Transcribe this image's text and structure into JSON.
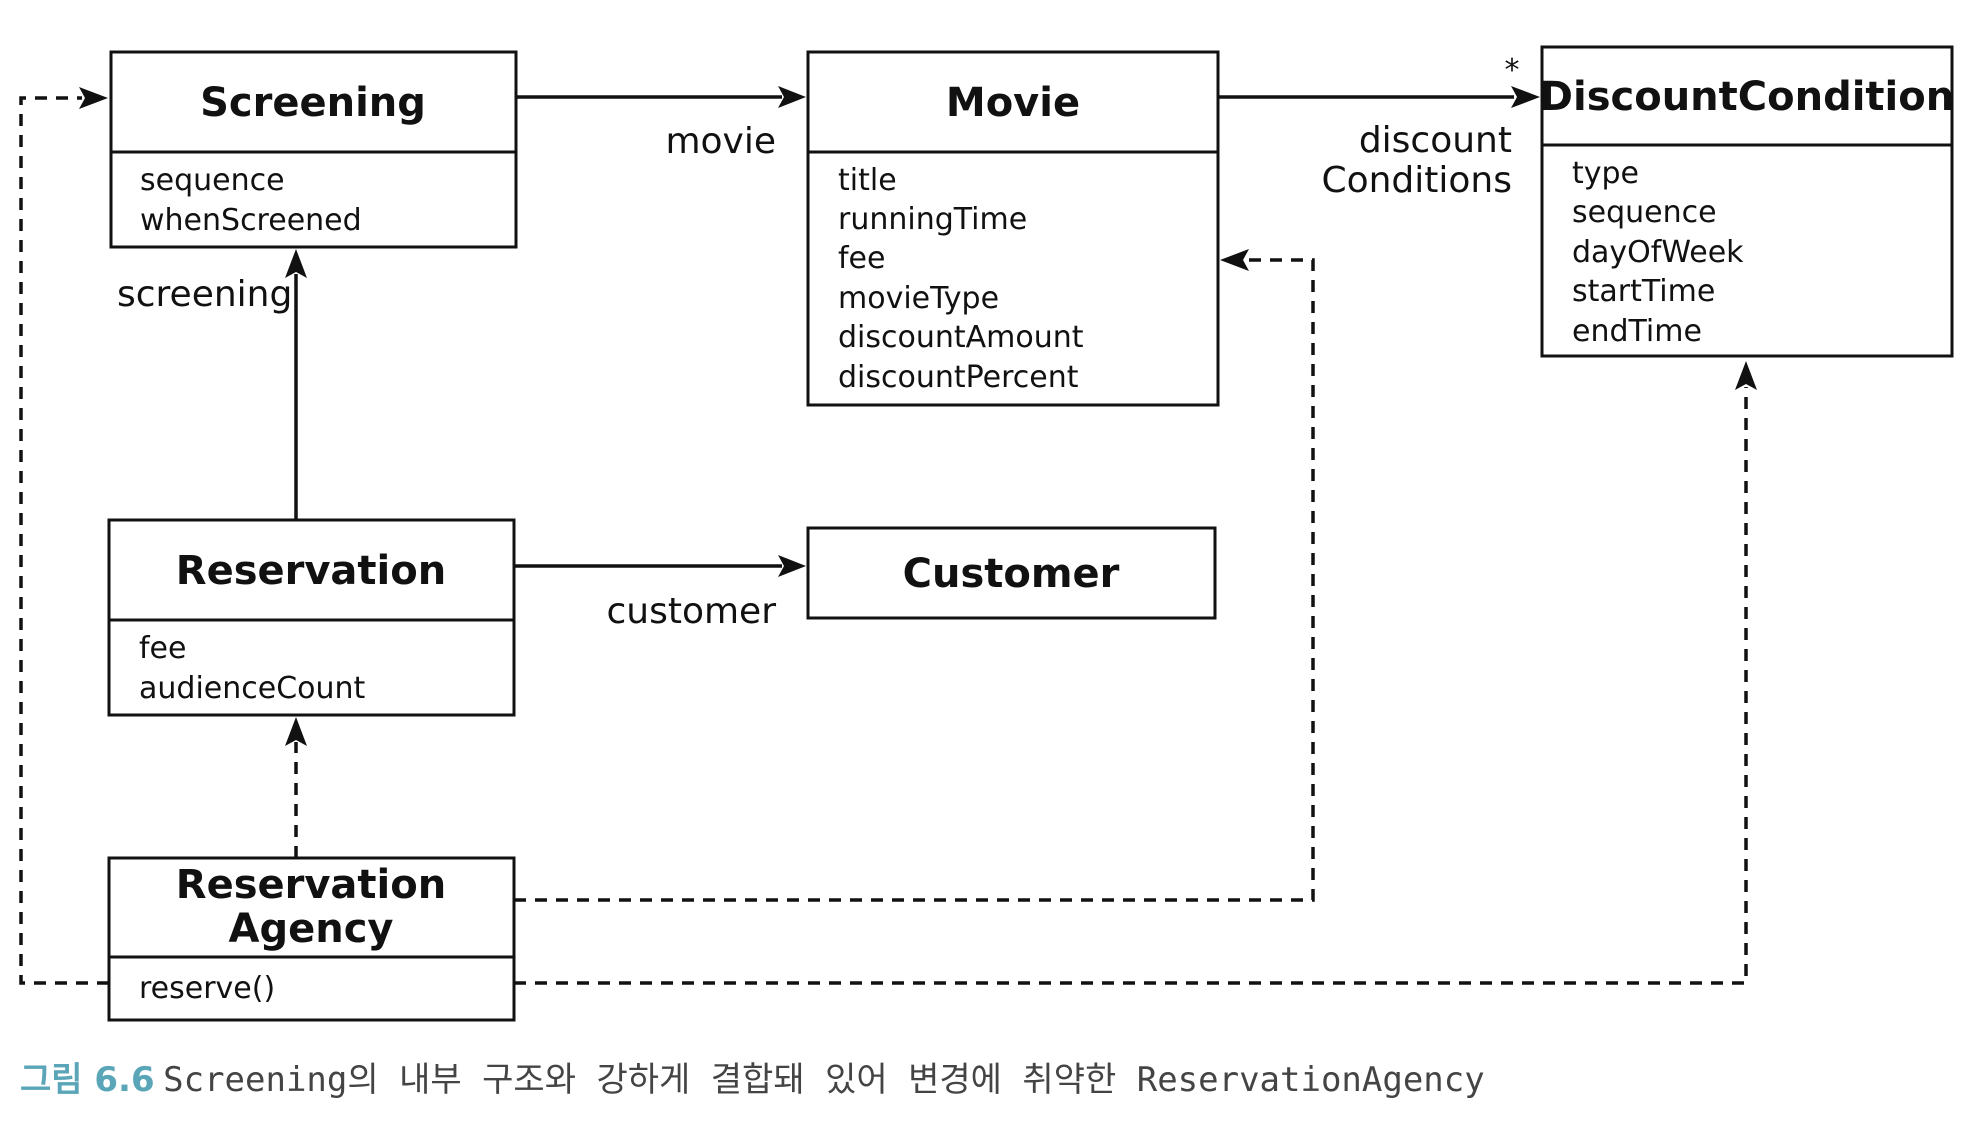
{
  "classes": {
    "screening": {
      "name": "Screening",
      "attributes": [
        "sequence",
        "whenScreened"
      ]
    },
    "movie": {
      "name": "Movie",
      "attributes": [
        "title",
        "runningTime",
        "fee",
        "movieType",
        "discountAmount",
        "discountPercent"
      ]
    },
    "discount_condition": {
      "name": "DiscountCondition",
      "attributes": [
        "type",
        "sequence",
        "dayOfWeek",
        "startTime",
        "endTime"
      ]
    },
    "reservation": {
      "name": "Reservation",
      "attributes": [
        "fee",
        "audienceCount"
      ]
    },
    "customer": {
      "name": "Customer",
      "attributes": []
    },
    "reservation_agency": {
      "name_lines": [
        "Reservation",
        "Agency"
      ],
      "attributes": [
        "reserve()"
      ]
    }
  },
  "edges": {
    "movie": "movie",
    "discount_conditions": [
      "discount",
      "Conditions"
    ],
    "multiplicity": "*",
    "screening": "screening",
    "customer": "customer"
  },
  "caption": {
    "label": "그림 6.6",
    "text": "Screening의 내부 구조와 강하게 결합돼 있어 변경에 취약한 ReservationAgency"
  }
}
